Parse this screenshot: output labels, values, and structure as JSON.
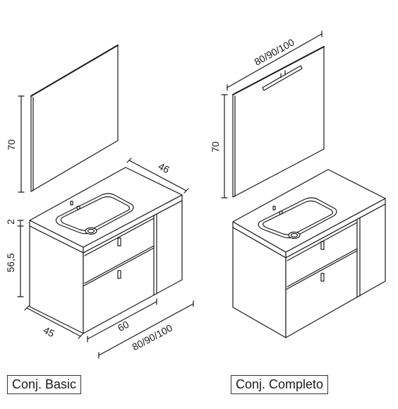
{
  "basic": {
    "caption": "Conj. Basic",
    "dims": {
      "mirror_height": "70",
      "top_thickness": "2",
      "cabinet_height": "56,5",
      "counter_depth": "46",
      "cabinet_depth": "45",
      "cabinet_width": "60",
      "widths": "80/90/100"
    }
  },
  "completo": {
    "caption": "Conj. Completo",
    "dims": {
      "mirror_width": "80/90/100",
      "mirror_height": "70"
    }
  },
  "colors": {
    "line": "#1a1a1a",
    "background": "#ffffff"
  }
}
